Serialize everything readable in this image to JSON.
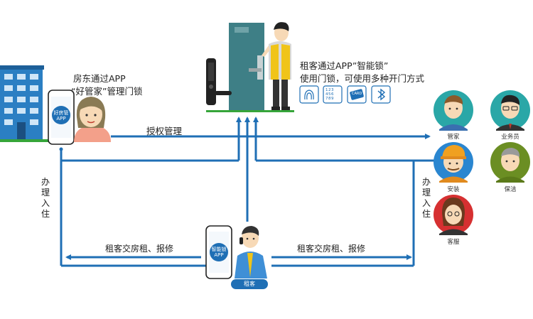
{
  "landlord": {
    "line1": "房东通过APP",
    "line2": "“好管家”管理门锁",
    "app_name": "好房管APP"
  },
  "tenant_lock": {
    "line1": "租客通过APP”智能锁”",
    "line2": "使用门锁，可使用多种开门方式",
    "keypad_digits": "123 456 789",
    "card_label": "CARD"
  },
  "flows": {
    "authorize": "授权管理",
    "checkin_left": "办理入住",
    "checkin_right": "办理入住",
    "rent_left": "租客交房租、报修",
    "rent_right": "租客交房租、报修"
  },
  "tenant": {
    "app_name": "智能锁APP",
    "badge": "租客"
  },
  "staff": [
    {
      "role": "管家"
    },
    {
      "role": "业务员"
    },
    {
      "role": "安装"
    },
    {
      "role": "保洁"
    },
    {
      "role": "客服"
    }
  ],
  "colors": {
    "flow_blue": "#1f6fb5",
    "building_blue": "#2b7fc3",
    "door": "#3e7f86",
    "grass": "#36a53a"
  }
}
